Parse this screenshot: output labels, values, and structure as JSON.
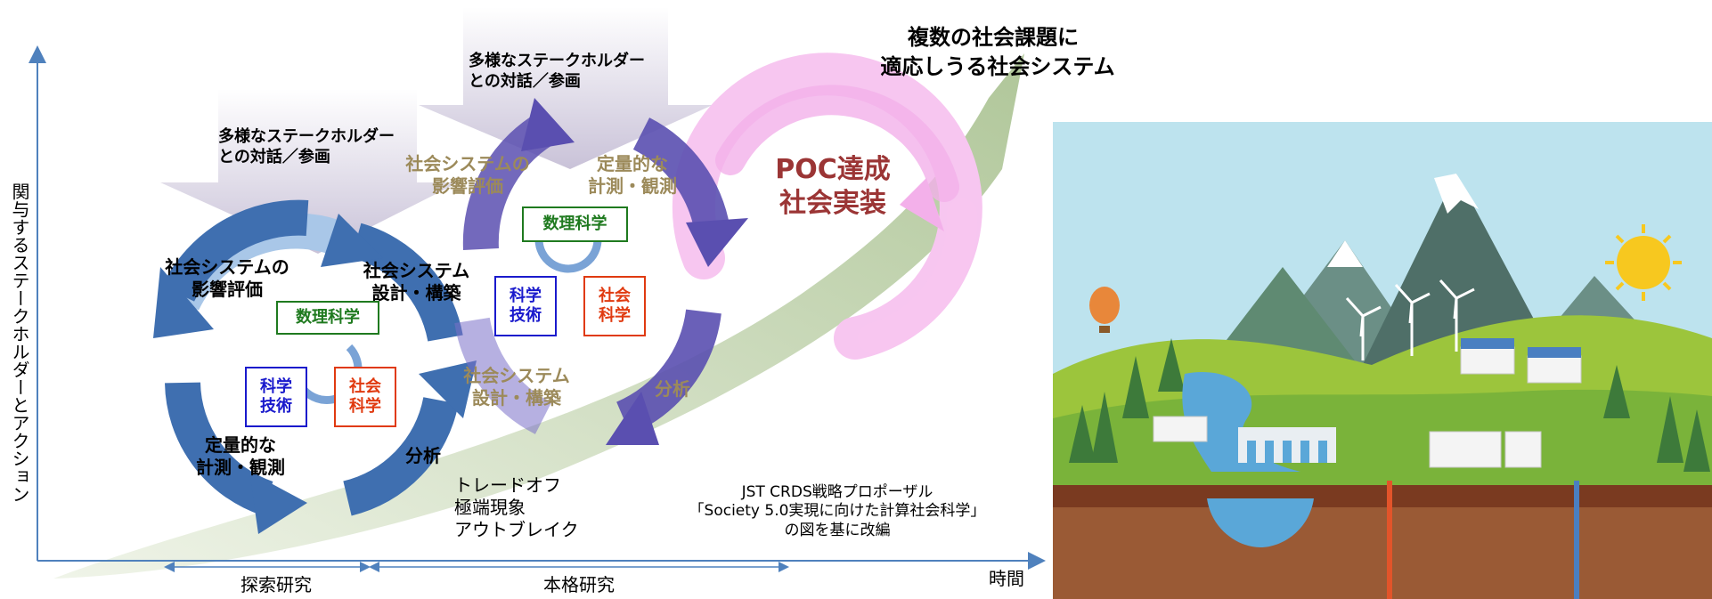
{
  "title": {
    "line1": "複数の社会課題に",
    "line2": "適応しうる社会システム"
  },
  "poc": {
    "line1": "POC達成",
    "line2": "社会実装"
  },
  "y_axis_label": "関与するステークホルダーとアクション",
  "x_axis_label": "時間",
  "phases": [
    {
      "label": "探索研究"
    },
    {
      "label": "本格研究"
    }
  ],
  "stakeholder_banners": [
    {
      "text": "多様なステークホルダー\nとの対話／参画"
    },
    {
      "text": "多様なステークホルダー\nとの対話／参画"
    }
  ],
  "cycle_left": {
    "impact": "社会システムの\n影響評価",
    "design": "社会システム\n設計・構築",
    "measure": "定量的な\n計測・観測",
    "analysis": "分析",
    "math": "数理科学",
    "tech": "科学\n技術",
    "social": "社会\n科学"
  },
  "cycle_right": {
    "impact": "社会システムの\n影響評価",
    "design": "社会システム\n設計・構築",
    "measure": "定量的な\n計測・観測",
    "analysis": "分析",
    "math": "数理科学",
    "tech": "科学\n技術",
    "social": "社会\n科学"
  },
  "tradeoff": "トレードオフ\n極端現象\nアウトブレイク",
  "source": "JST CRDS戦略プロポーザル\n「Society 5.0実現に向けた計算社会科学」\nの図を基に改編",
  "colors": {
    "arrow_dark": "#3f6fb0",
    "arrow_light": "#a9c7e8",
    "arrow_purple": "#5a4fb0",
    "pink": "#f5b8ee",
    "math_green": "#1f7a1f",
    "tech_blue": "#1a1acc",
    "social_red": "#e03a10",
    "poc_brown": "#9b3535",
    "faded_text": "#9c8a5a"
  }
}
